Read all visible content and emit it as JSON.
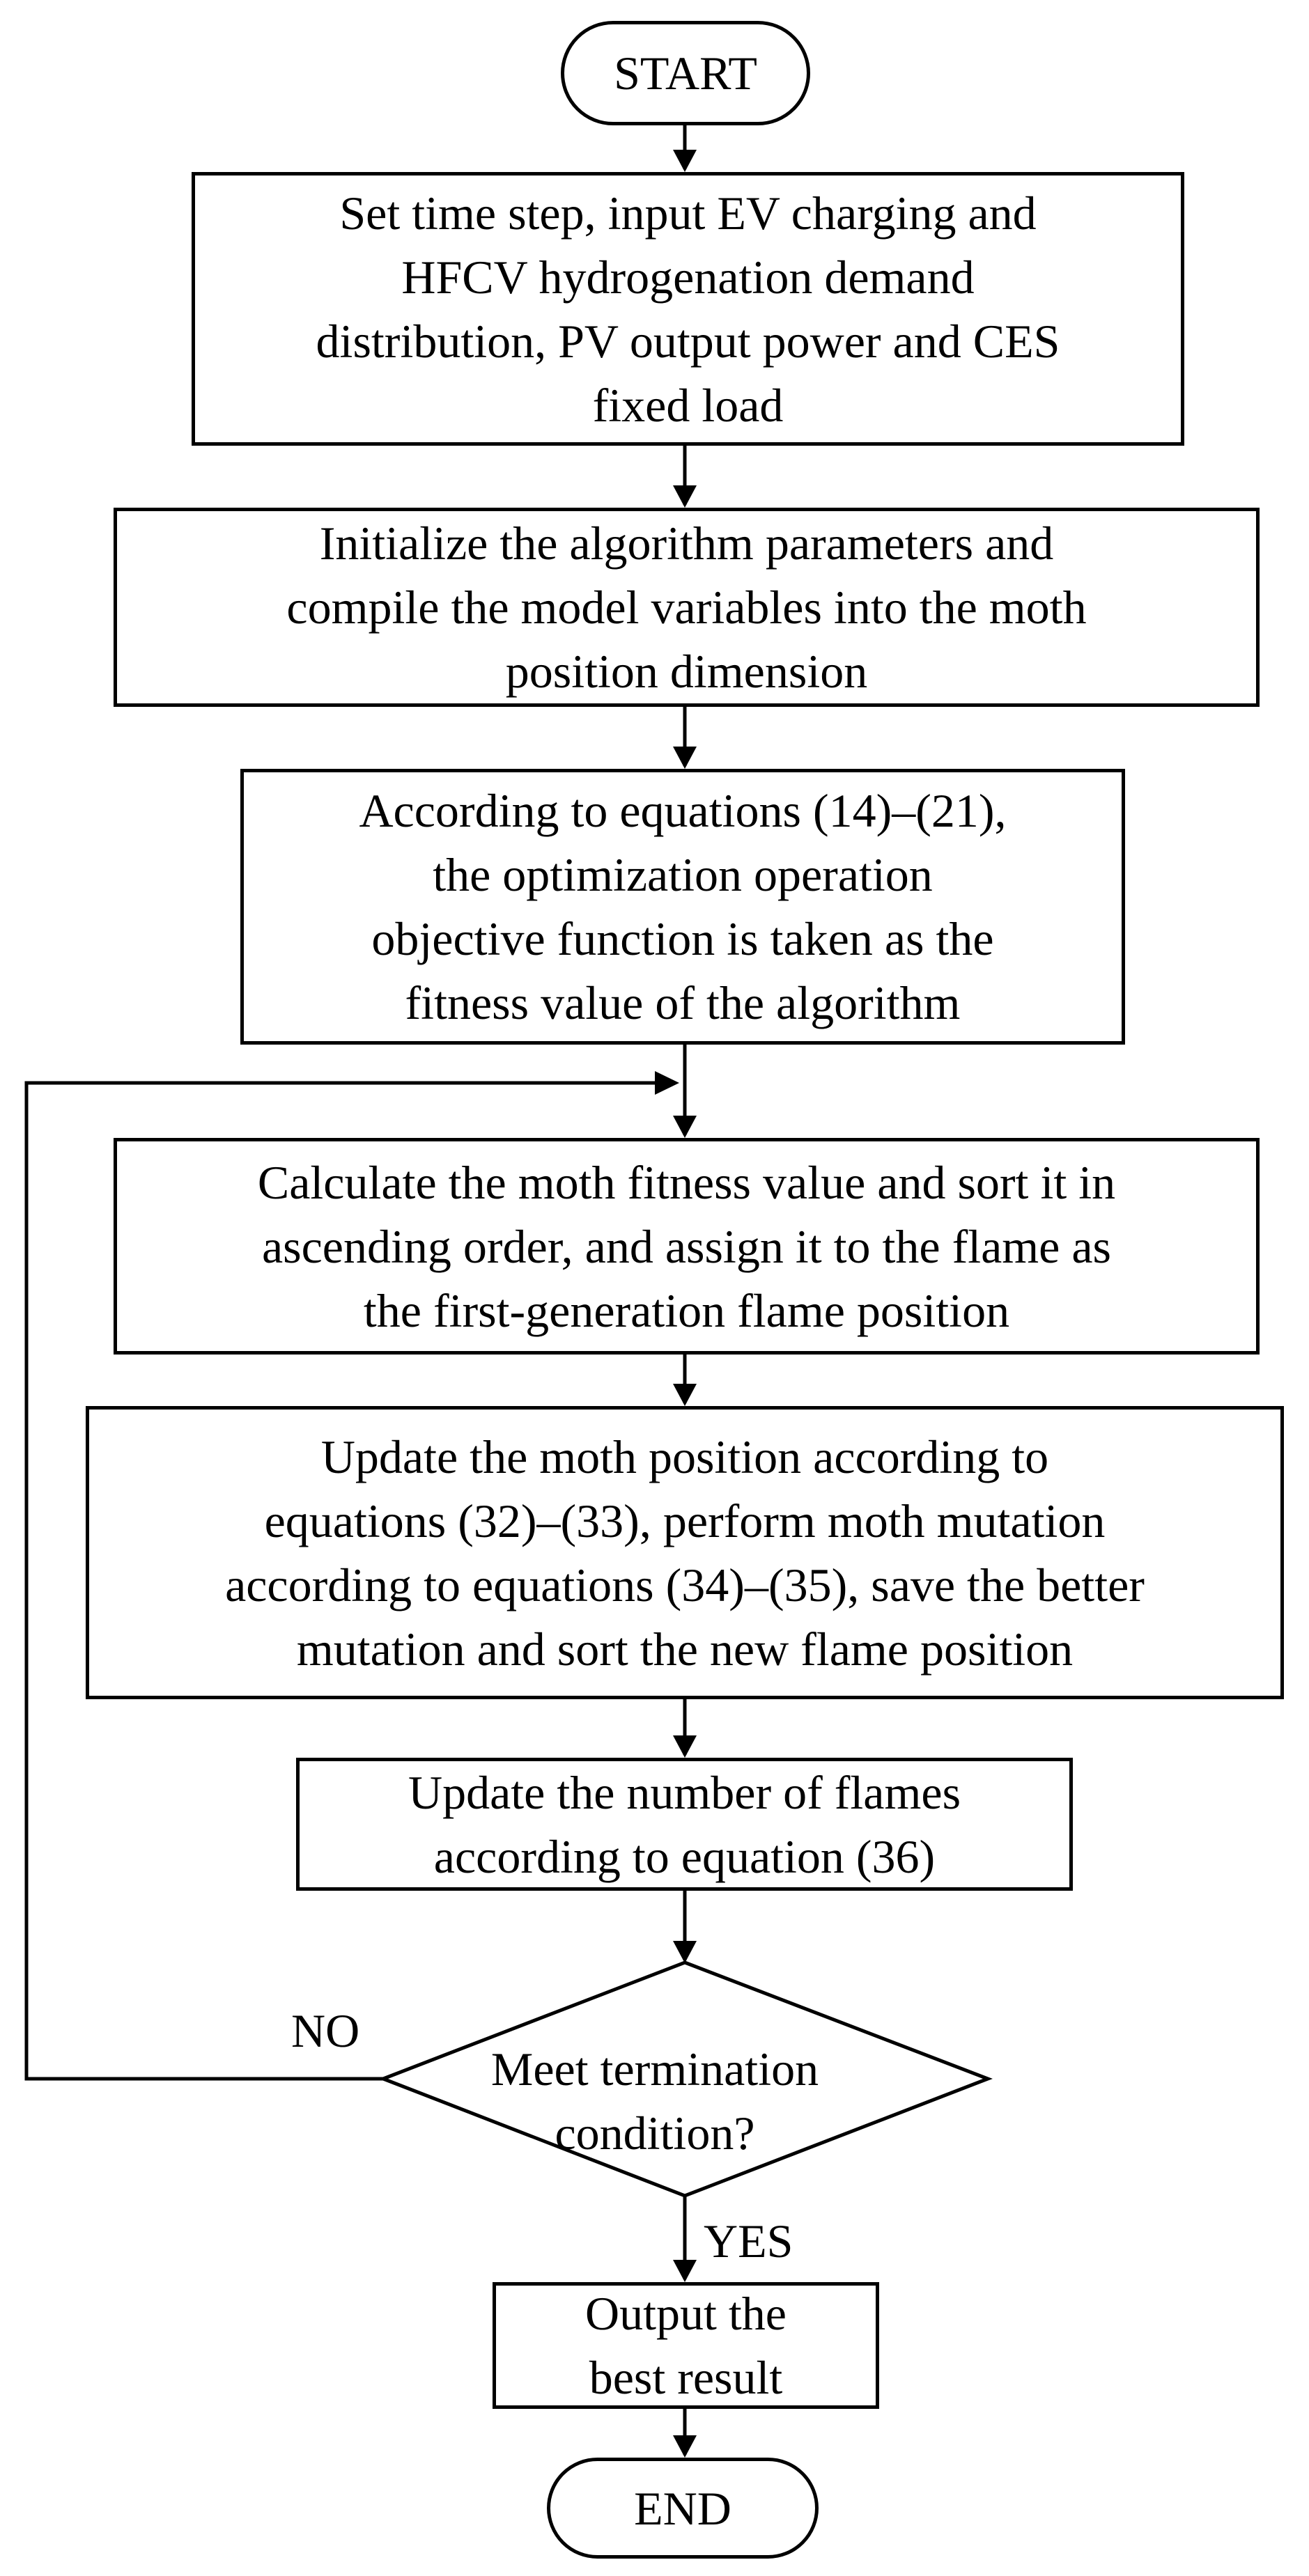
{
  "flowchart": {
    "start": "START",
    "steps": [
      "Set time step, input EV charging and\nHFCV hydrogenation demand\ndistribution, PV output power and CES\nfixed load",
      "Initialize the algorithm parameters and\ncompile the model variables into the moth\nposition dimension",
      "According to equations (14)–(21),\nthe optimization operation\nobjective function is taken as the\nfitness value of the algorithm",
      "Calculate the moth fitness value and sort it in\nascending order, and assign it to the flame as\nthe first-generation flame position",
      "Update the moth position according to\nequations (32)–(33), perform moth mutation\naccording to equations (34)–(35), save the better\nmutation and sort the new flame position",
      "Update the number of flames\naccording to equation (36)"
    ],
    "decision": "Meet termination\ncondition?",
    "no_label": "NO",
    "yes_label": "YES",
    "output": "Output the\nbest result",
    "end": "END"
  }
}
